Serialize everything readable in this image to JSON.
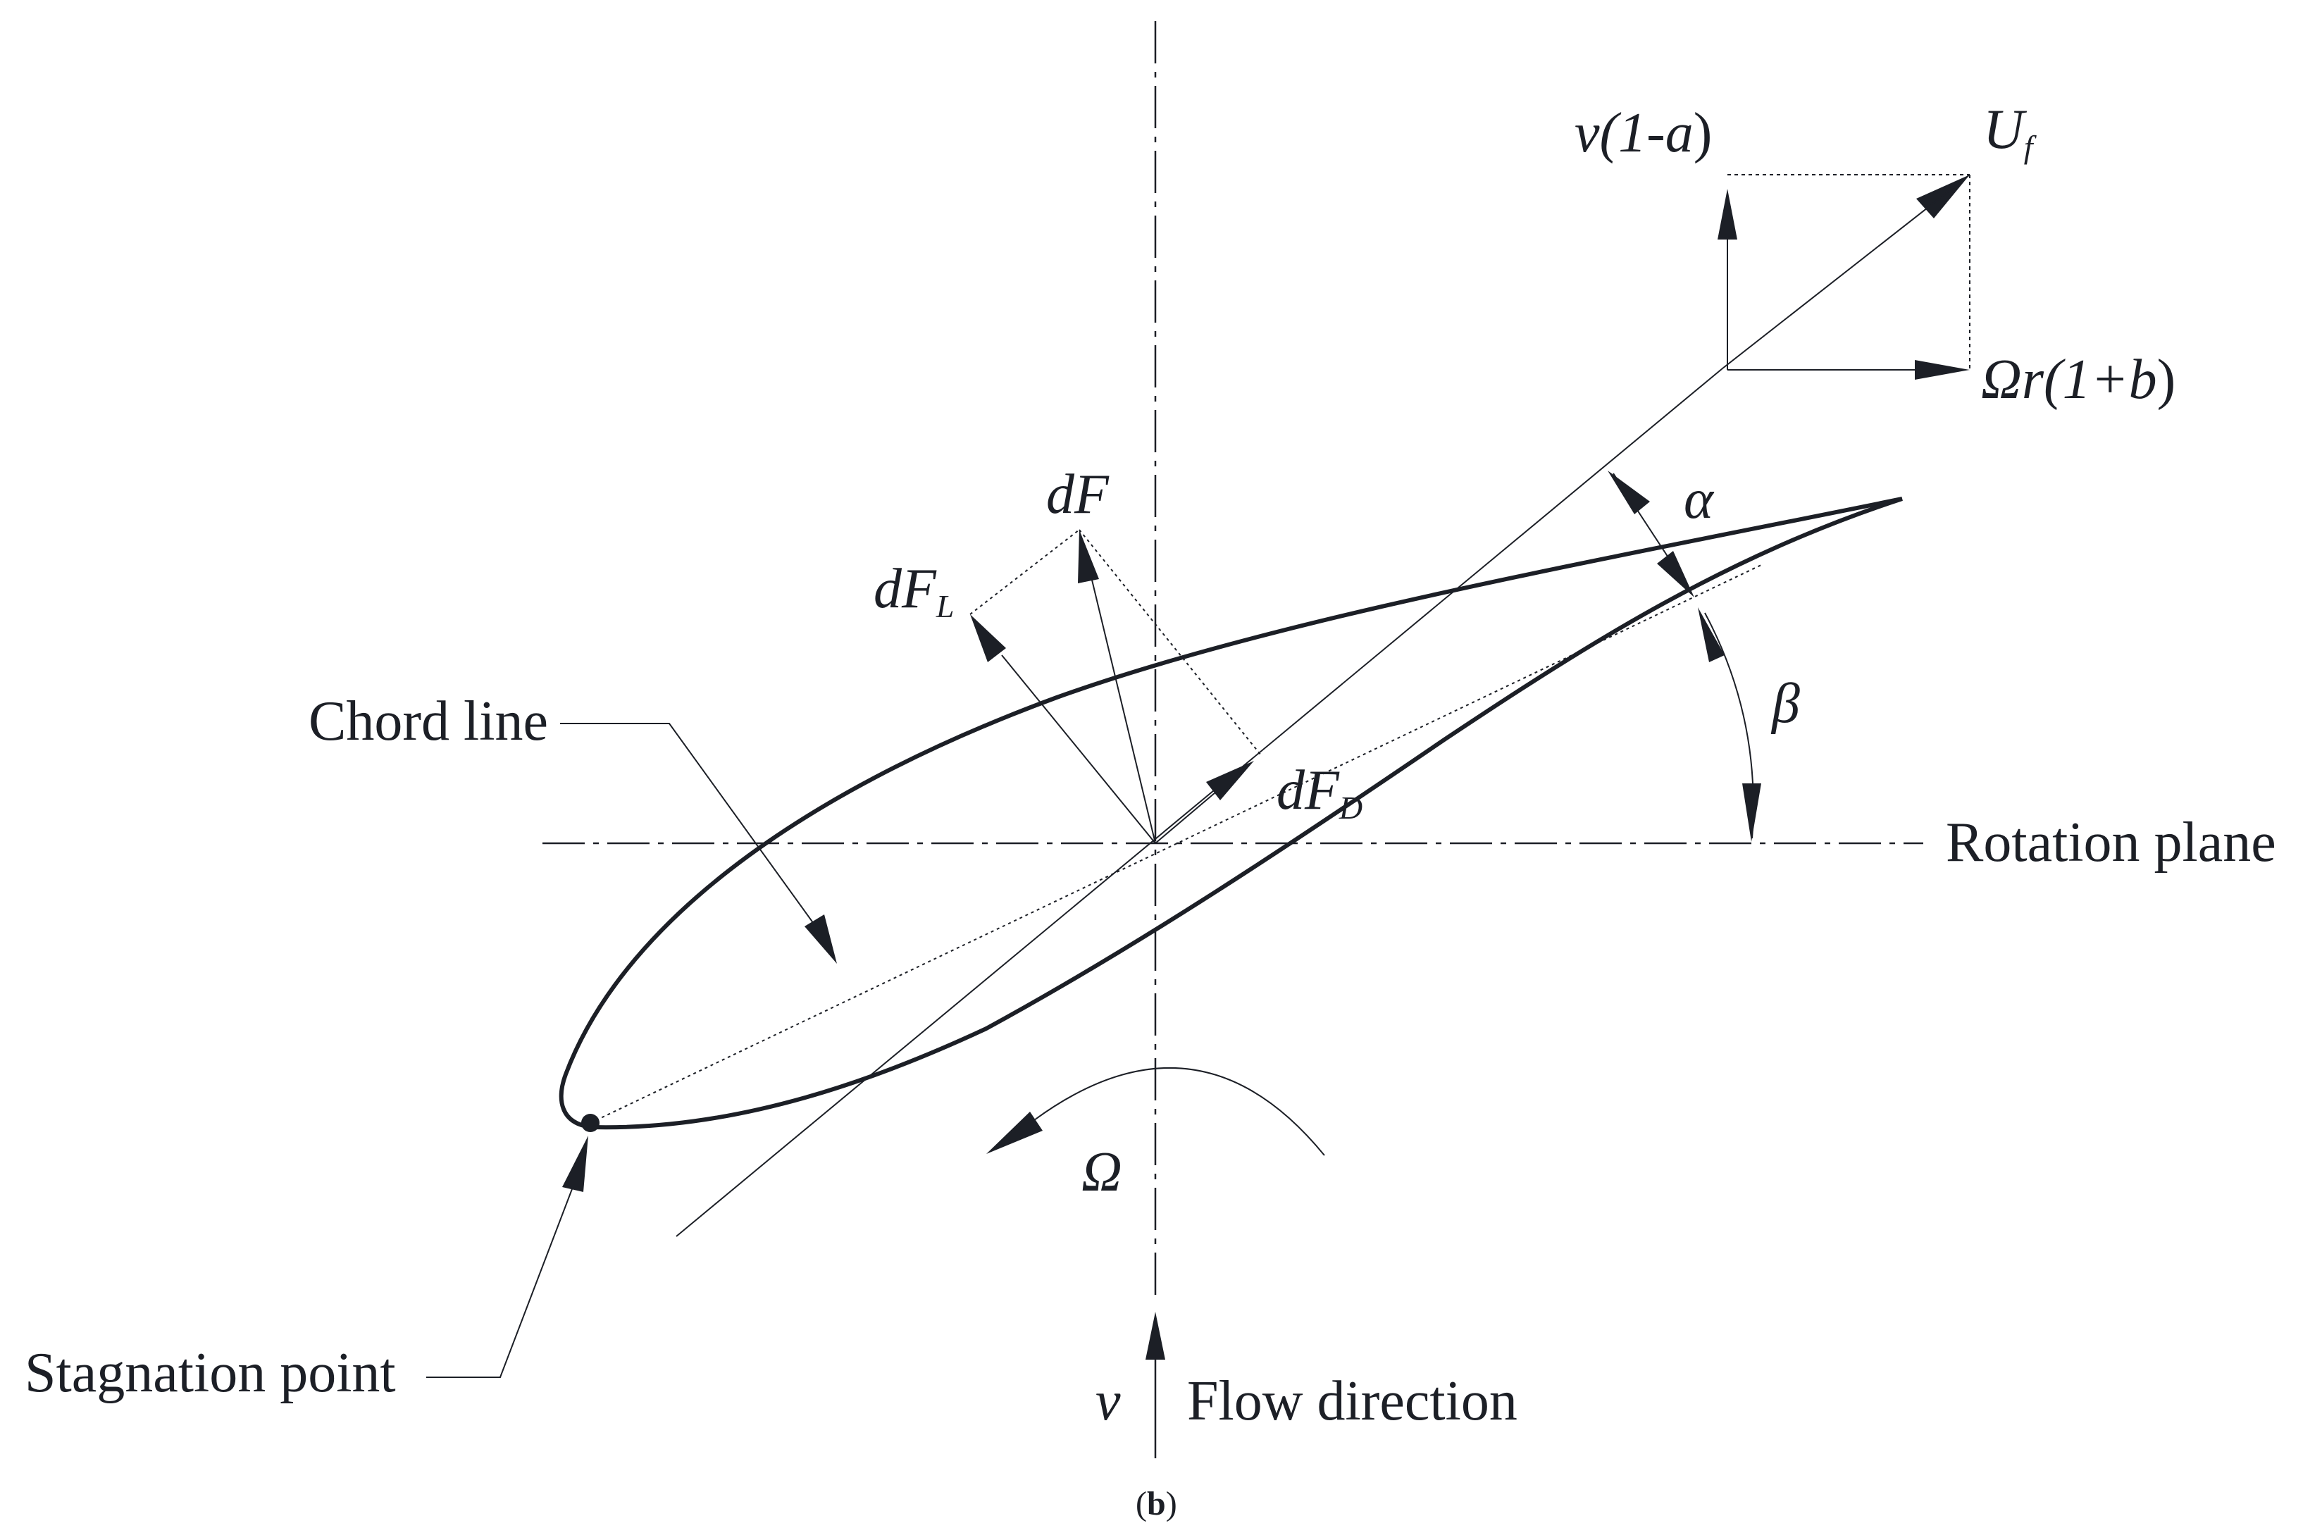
{
  "colors": {
    "ink": "#1c1f26",
    "background": "#ffffff"
  },
  "labels": {
    "v_axial": "v(1-",
    "v_axial_a": "a",
    "v_axial_close": ")",
    "uf_main": "U",
    "uf_sub": "f",
    "omega_r_pre": "Ωr(1+",
    "omega_r_b": "b",
    "omega_r_close": ")",
    "alpha": "α",
    "beta": "β",
    "df": "dF",
    "dfl_main": "dF",
    "dfl_sub": "L",
    "dfd_main": "dF",
    "dfd_sub": "D",
    "chord_line": "Chord line",
    "rotation_plane": "Rotation plane",
    "omega": "Ω",
    "stagnation_point": "Stagnation point",
    "v_flow": "v",
    "flow_direction": "Flow direction",
    "caption_open": "(",
    "caption_letter": "b",
    "caption_close": ")"
  }
}
